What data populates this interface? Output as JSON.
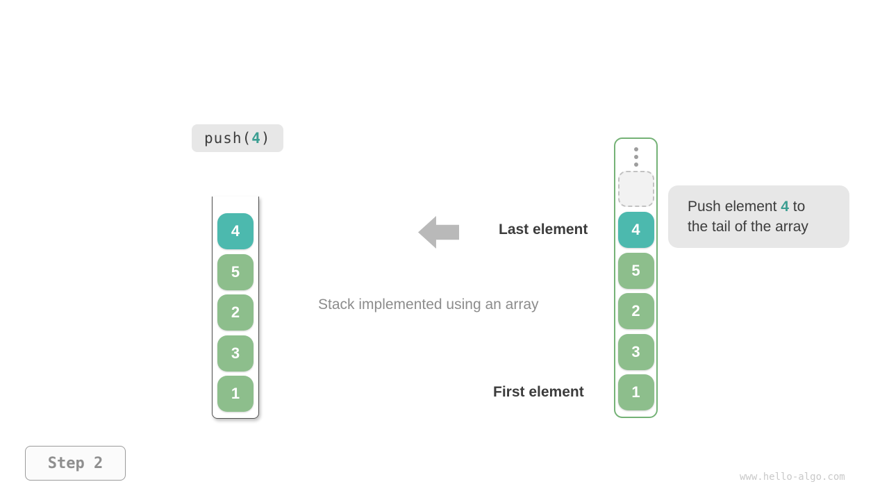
{
  "operation": {
    "prefix": "push(",
    "arg": "4",
    "suffix": ")"
  },
  "left_stack": {
    "values": [
      "4",
      "5",
      "2",
      "3",
      "1"
    ]
  },
  "right_stack": {
    "ellipsis": "vertical-dots",
    "empty_slot": true,
    "values": [
      "4",
      "5",
      "2",
      "3",
      "1"
    ]
  },
  "annotations": {
    "last_element": "Last element",
    "first_element": "First element",
    "caption": "Stack implemented using an array"
  },
  "tooltip": {
    "line1_pre": "Push element ",
    "highlight": "4",
    "line1_post": " to",
    "line2": "the tail of the array"
  },
  "step_badge": {
    "label": "Step 2"
  },
  "watermark": {
    "text": "www.hello-algo.com"
  },
  "colors": {
    "teal": "#4cb9ae",
    "green": "#8dbe8c",
    "green_border": "#74b276",
    "box_gray": "#e7e7e7",
    "arrow_gray": "#b9b9b9",
    "dark_text": "#3c3c3c",
    "muted_text": "#8c8c8c"
  }
}
